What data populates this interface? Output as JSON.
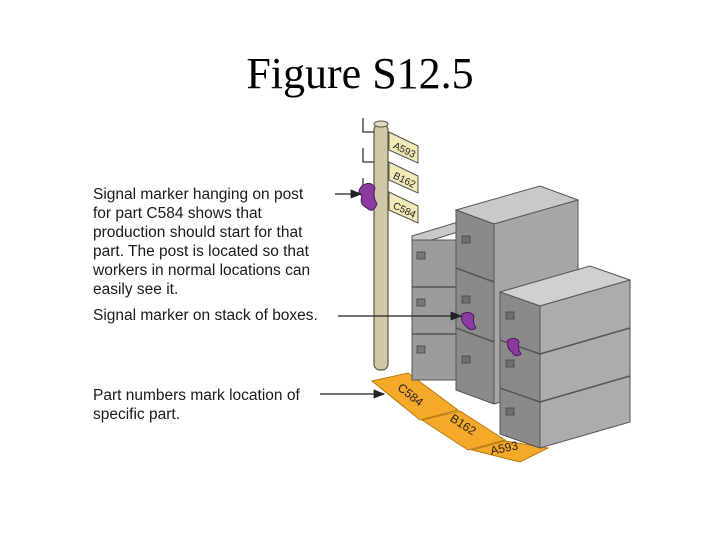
{
  "title": "Figure S12.5",
  "callouts": {
    "signal_post": [
      "Signal marker hanging on post",
      "for part C584 shows that",
      "production should start for that",
      "part. The post is located so that",
      "workers in normal locations can",
      "easily see it."
    ],
    "signal_stack": "Signal marker on stack of boxes.",
    "part_numbers": [
      "Part numbers mark location of",
      "specific part."
    ]
  },
  "post_signs": [
    "A593",
    "B162",
    "C584"
  ],
  "floor_labels": [
    "C584",
    "B162",
    "A593"
  ],
  "colors": {
    "signal_marker": "#8b3aa0",
    "sign_fill": "#f3e9b6",
    "floor_label_fill": "#f4a928",
    "box_fill": "#9c9c9c",
    "post_fill": "#cfc7a6"
  }
}
